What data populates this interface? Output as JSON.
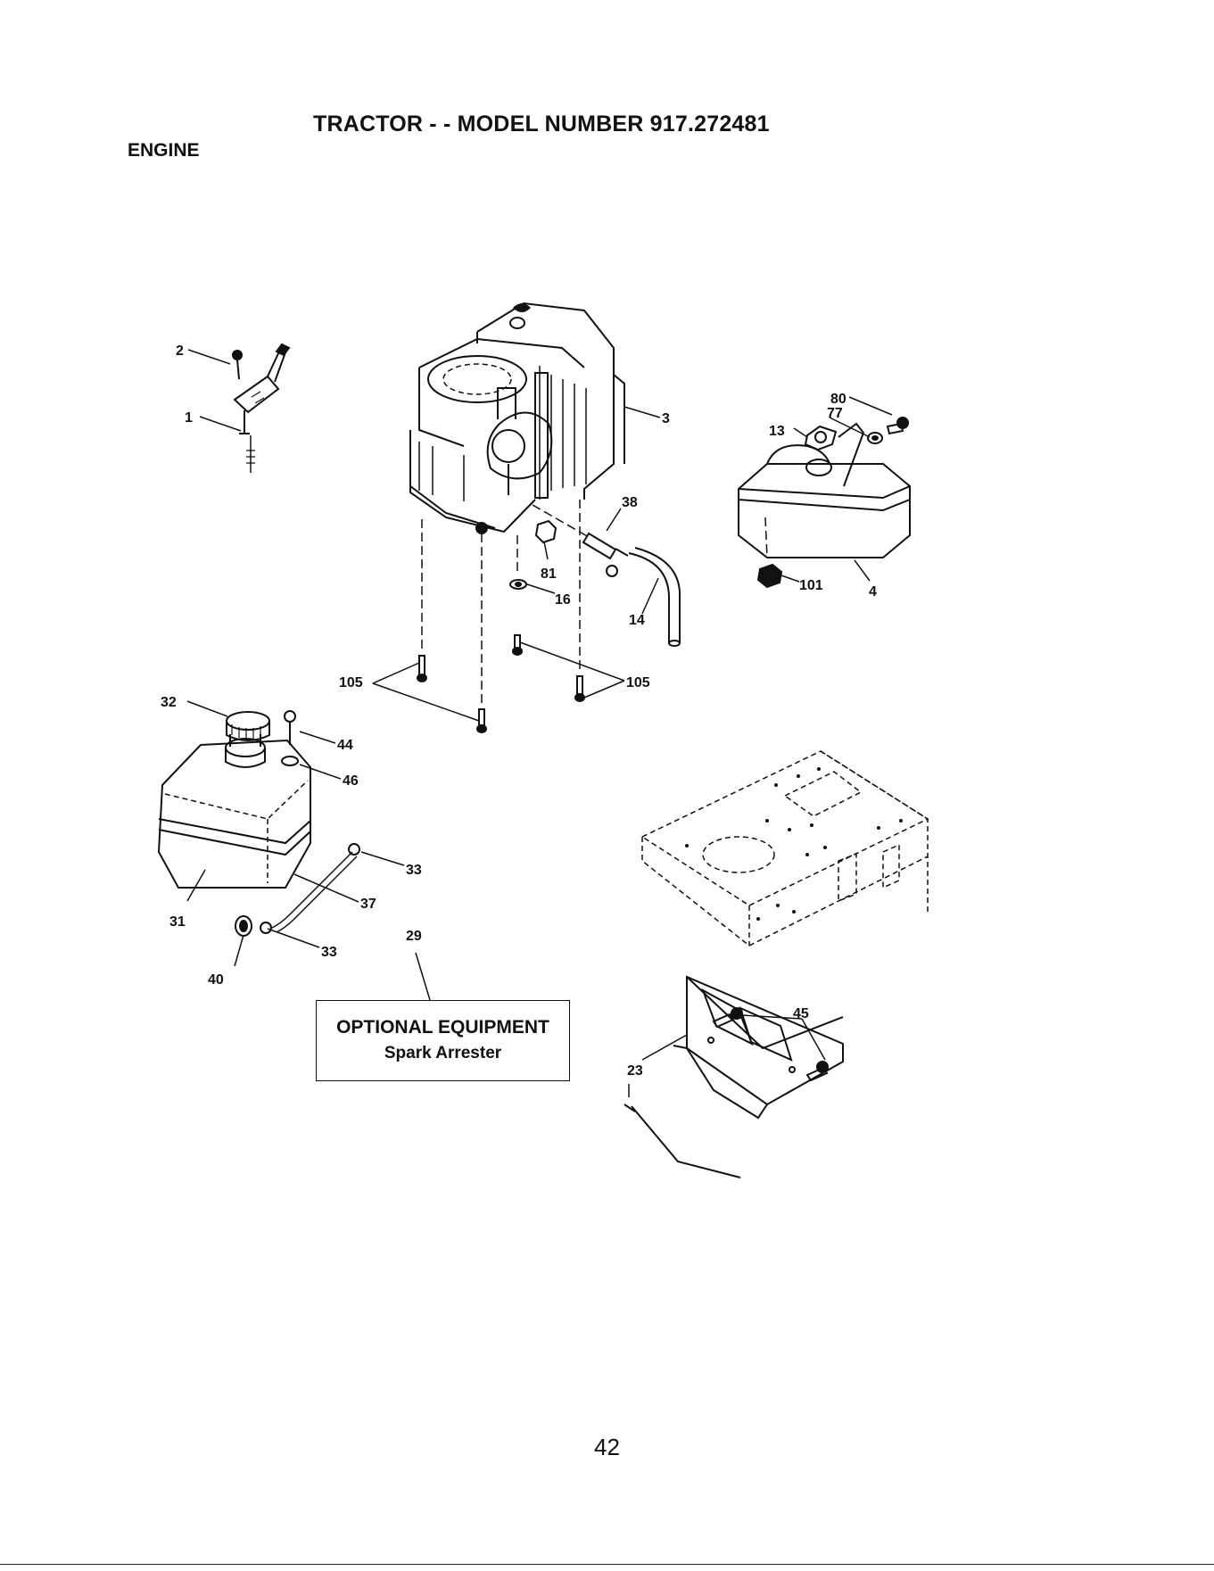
{
  "header": {
    "title": "TRACTOR - - MODEL NUMBER 917.272481",
    "section": "ENGINE"
  },
  "callouts": {
    "c1": "1",
    "c2": "2",
    "c3": "3",
    "c4": "4",
    "c13": "13",
    "c14": "14",
    "c16": "16",
    "c23": "23",
    "c29": "29",
    "c31": "31",
    "c32": "32",
    "c33a": "33",
    "c33b": "33",
    "c37": "37",
    "c38": "38",
    "c40": "40",
    "c44": "44",
    "c45": "45",
    "c46": "46",
    "c77": "77",
    "c80": "80",
    "c81": "81",
    "c101": "101",
    "c105a": "105",
    "c105b": "105"
  },
  "optional_box": {
    "title": "OPTIONAL EQUIPMENT",
    "subtitle": "Spark Arrester"
  },
  "page_number": "42"
}
